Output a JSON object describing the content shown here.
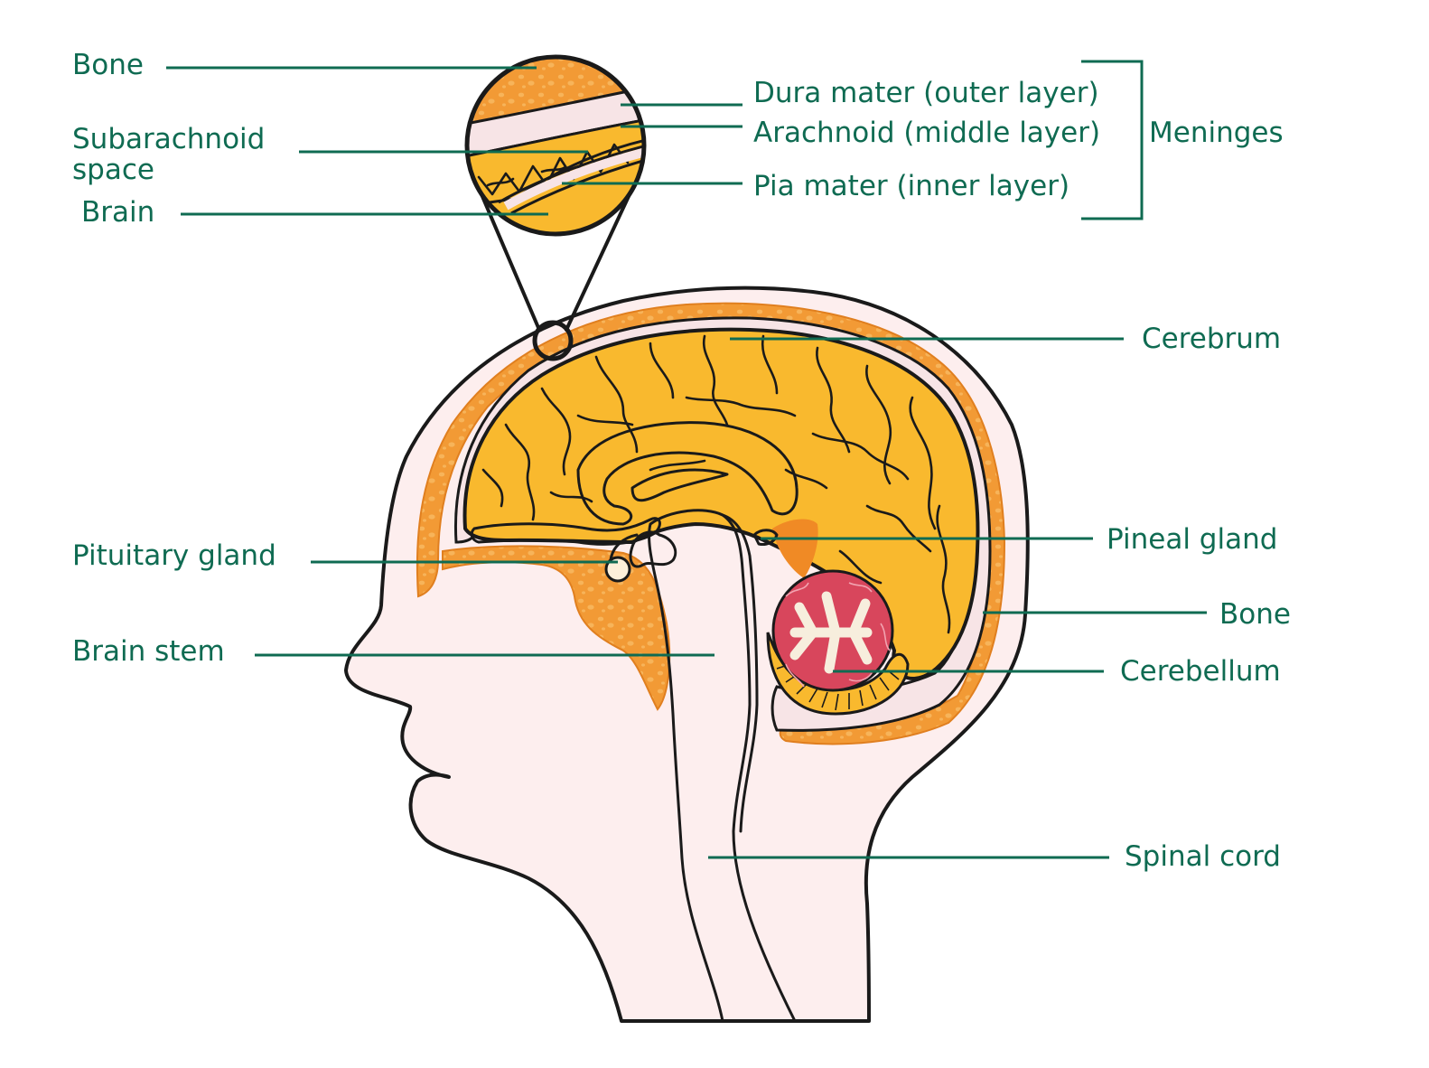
{
  "colors": {
    "label": "#0f6b52",
    "skin": "#fdeeee",
    "bone": "#f29a35",
    "bone_dots": "#f7b45a",
    "brain": "#f9b92e",
    "meninges": "#f7e4e6",
    "white_matter": "#f7eedd",
    "brainstem": "#fdf0da",
    "cerebellum": "#d8465c",
    "outline": "#1a1a1a"
  },
  "labels": {
    "bone_top": "Bone",
    "subarachnoid_line1": "Subarachnoid",
    "subarachnoid_line2": "space",
    "brain": "Brain",
    "dura": "Dura mater (outer layer)",
    "arachnoid": "Arachnoid (middle layer)",
    "pia": "Pia mater (inner layer)",
    "meninges": "Meninges",
    "cerebrum": "Cerebrum",
    "pituitary": "Pituitary gland",
    "pineal": "Pineal gland",
    "bone_right": "Bone",
    "brain_stem": "Brain stem",
    "cerebellum": "Cerebellum",
    "spinal_cord": "Spinal cord"
  }
}
